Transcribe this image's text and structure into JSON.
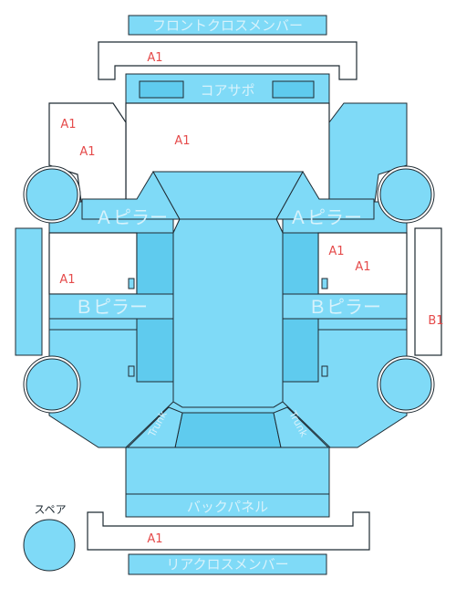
{
  "parts": {
    "front_cross_member": "フロントクロスメンバー",
    "core_support": "コアサポ",
    "a_pillar_left": "Ａピラー",
    "a_pillar_right": "Ａピラー",
    "b_pillar_left": "Ｂピラー",
    "b_pillar_right": "Ｂピラー",
    "trunk_left": "Trunk",
    "trunk_right": "Trunk",
    "back_panel": "バックパネル",
    "rear_cross_member": "リアクロスメンバー",
    "spare": "スペア"
  },
  "damage_marks": {
    "front_cross_member": "A1",
    "front_left_fender_1": "A1",
    "front_left_fender_2": "A1",
    "hood": "A1",
    "left_front_door": "A1",
    "right_front_door_1": "A1",
    "right_front_door_2": "A1",
    "right_side_sill": "B1",
    "rear_cross_member": "A1"
  },
  "colors": {
    "panel": "#7fdaf7",
    "panel_dark": "#5fcbee",
    "outline": "#1f2b33",
    "damage_mark": "#e54b4b",
    "label_on_panel": "#d7f2fb"
  }
}
